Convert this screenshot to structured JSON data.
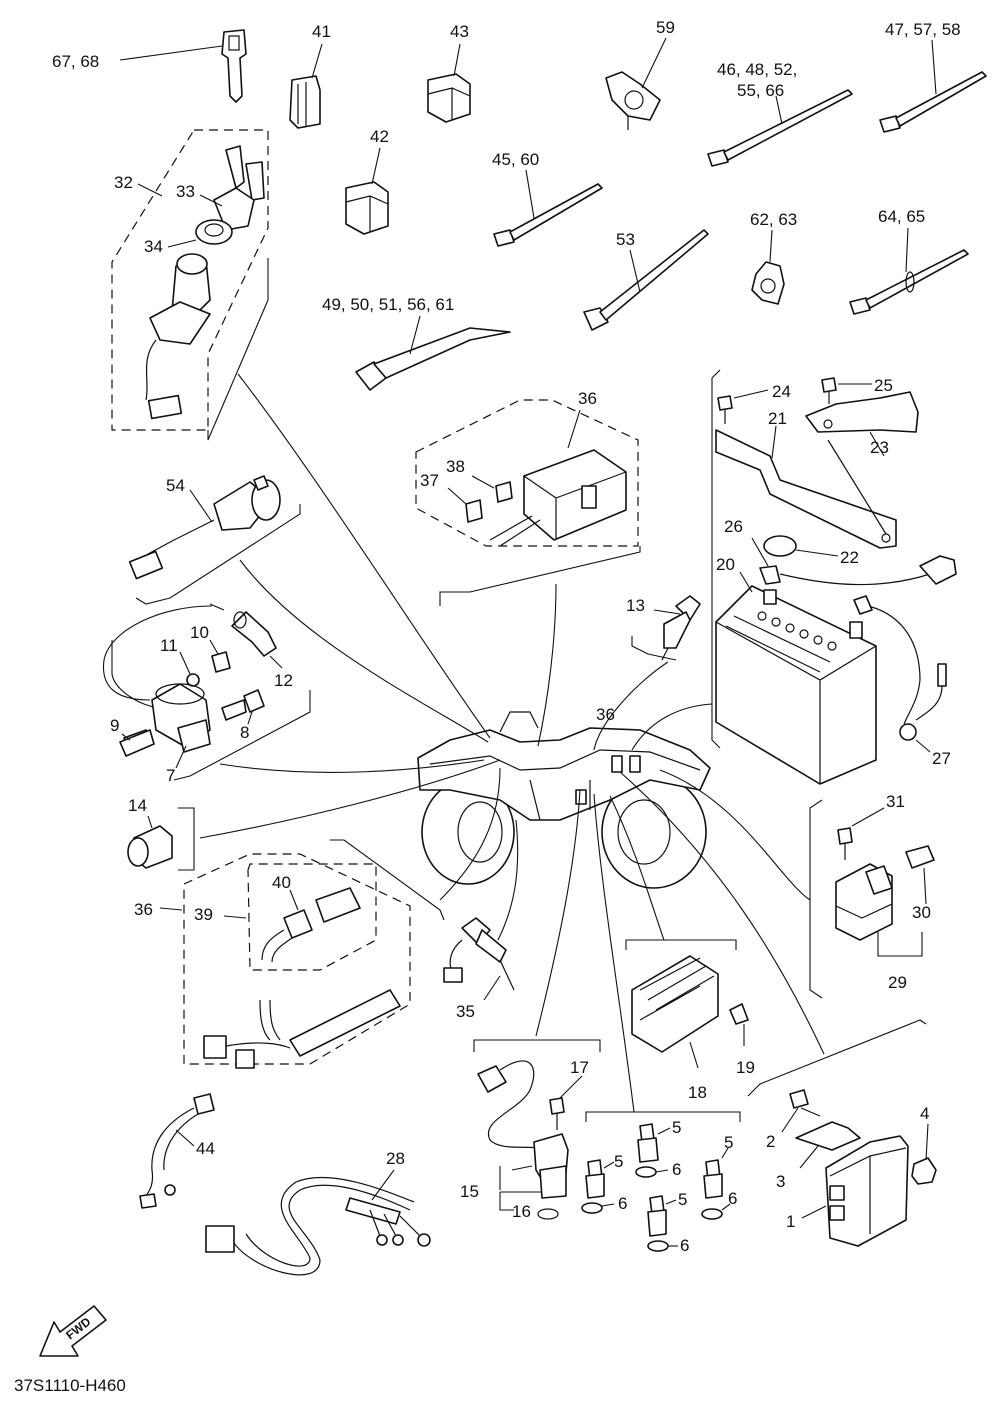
{
  "diagram_code": "37S1110-H460",
  "fwd_label": "FWD",
  "callouts": {
    "c1": "1",
    "c2": "2",
    "c3": "3",
    "c4": "4",
    "c5a": "5",
    "c5b": "5",
    "c5c": "5",
    "c5d": "5",
    "c6a": "6",
    "c6b": "6",
    "c6c": "6",
    "c6d": "6",
    "c7": "7",
    "c8": "8",
    "c9": "9",
    "c10": "10",
    "c11": "11",
    "c12": "12",
    "c13": "13",
    "c14": "14",
    "c15": "15",
    "c16": "16",
    "c17": "17",
    "c18": "18",
    "c19": "19",
    "c20": "20",
    "c21": "21",
    "c22": "22",
    "c23": "23",
    "c24": "24",
    "c25": "25",
    "c26": "26",
    "c27": "27",
    "c28": "28",
    "c29": "29",
    "c30": "30",
    "c31": "31",
    "c32": "32",
    "c33": "33",
    "c34": "34",
    "c35": "35",
    "c36a": "36",
    "c36b": "36",
    "c36c": "36",
    "c37": "37",
    "c38": "38",
    "c39": "39",
    "c40": "40",
    "c41": "41",
    "c42": "42",
    "c43": "43",
    "c44": "44",
    "c53": "53",
    "c54": "54",
    "c59": "59",
    "c67_68": "67, 68",
    "c45_60": "45, 60",
    "c46a": "46, 48, 52,",
    "c46b": "55, 66",
    "c47": "47, 57, 58",
    "c62_63": "62, 63",
    "c64_65": "64, 65",
    "c49": "49, 50, 51, 56, 61"
  }
}
